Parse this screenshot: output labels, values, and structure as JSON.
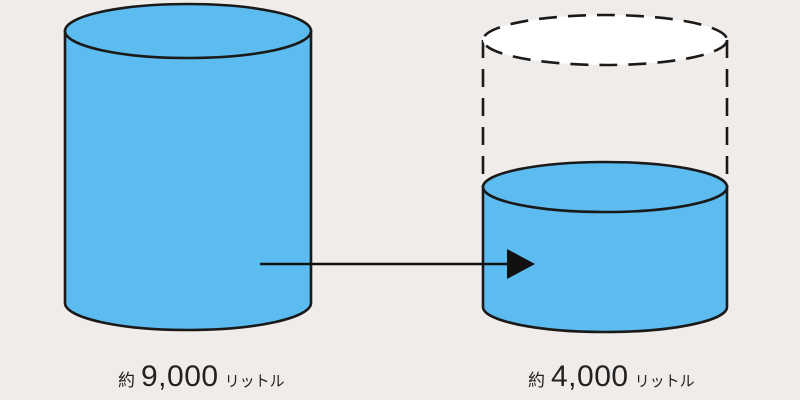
{
  "colors": {
    "background": "#f0ecea",
    "water": "#5cbcef",
    "outline": "#1a1a1a",
    "arrow": "#111111"
  },
  "tanks": [
    {
      "prefix": "約",
      "amount": "9,000",
      "unit": "リットル",
      "fill_fraction": 1.0
    },
    {
      "prefix": "約",
      "amount": "4,000",
      "unit": "リットル",
      "fill_fraction": 0.42
    }
  ]
}
